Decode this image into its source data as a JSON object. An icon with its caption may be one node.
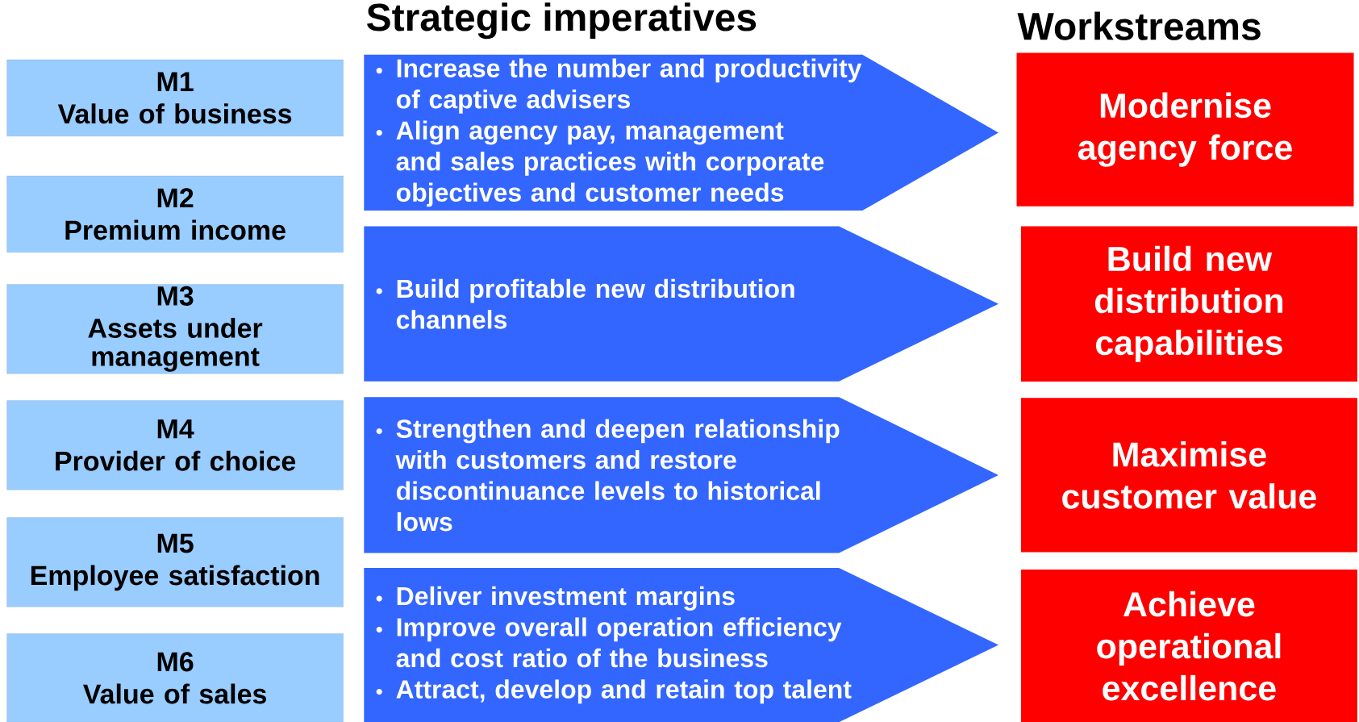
{
  "diagram": {
    "nodes": [
      {
        "text": [
          "M1",
          "Value of business"
        ]
      },
      {
        "text": [
          "M2",
          "Premium income"
        ]
      },
      {
        "text": [
          "M3",
          "Assets under management"
        ]
      },
      {
        "text": [
          "M4",
          "Provider of choice"
        ]
      },
      {
        "text": [
          "M5",
          "Employee satisfaction"
        ]
      },
      {
        "text": [
          "M6",
          "Value of sales"
        ]
      },
      {
        "text": [
          "Increase the number and productivity of captive advisers",
          "Align agency pay, management and sales practices with corporate objectives and customer needs"
        ]
      },
      {
        "text": [
          "Build profitable new distribution channels"
        ]
      },
      {
        "text": [
          "Strengthen and deepen relationship with customers and restore discontinuance levels to historical lows"
        ]
      },
      {
        "text": [
          "Deliver investment margins",
          "Improve overall operation efficiency and cost ratio of the business",
          "Attract, develop and retain top talent"
        ]
      },
      {
        "text": [
          "Modernise agency force"
        ]
      },
      {
        "text": [
          "Build new distribution capabilities"
        ]
      },
      {
        "text": [
          "Maximise customer value"
        ]
      },
      {
        "text": [
          "Achieve operational excellence"
        ]
      }
    ],
    "labels": [
      "Strategic imperatives",
      "Workstreams"
    ]
  }
}
